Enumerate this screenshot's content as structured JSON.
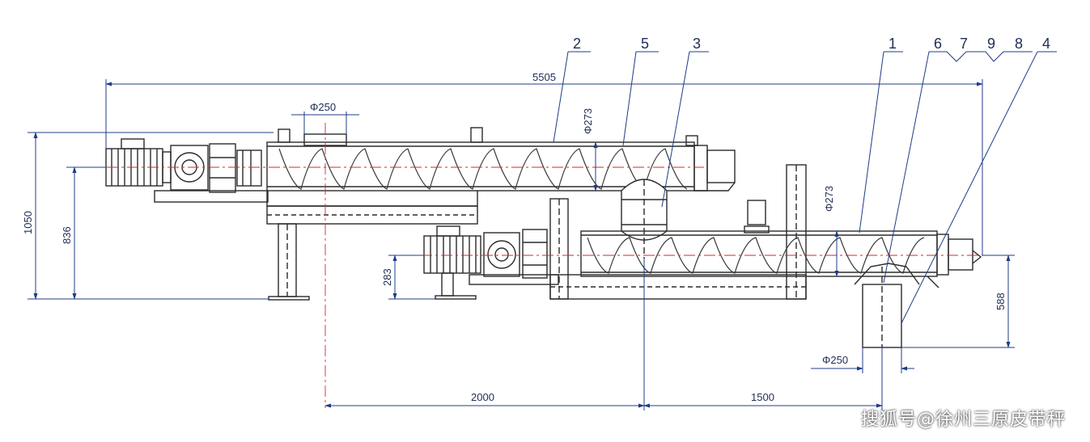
{
  "drawing": {
    "dimensions": {
      "overall_length": "5505",
      "upper_inlet": "Φ250",
      "upper_tube": "Φ273",
      "lower_tube": "Φ273",
      "total_height": "1050",
      "upper_axis_height": "836",
      "lower_axis_height": "283",
      "outlet_drop": "588",
      "outlet_diameter": "Φ250",
      "spacing_a": "2000",
      "spacing_b": "1500"
    },
    "callouts": [
      "2",
      "5",
      "3",
      "1",
      "6",
      "7",
      "9",
      "8",
      "4"
    ],
    "colors": {
      "line": "#1f2d55",
      "body": "#2b2b2b",
      "centerline": "#d42a2a",
      "dim": "#1f3c88"
    }
  },
  "watermark": "搜狐号@徐州三原皮带秤"
}
